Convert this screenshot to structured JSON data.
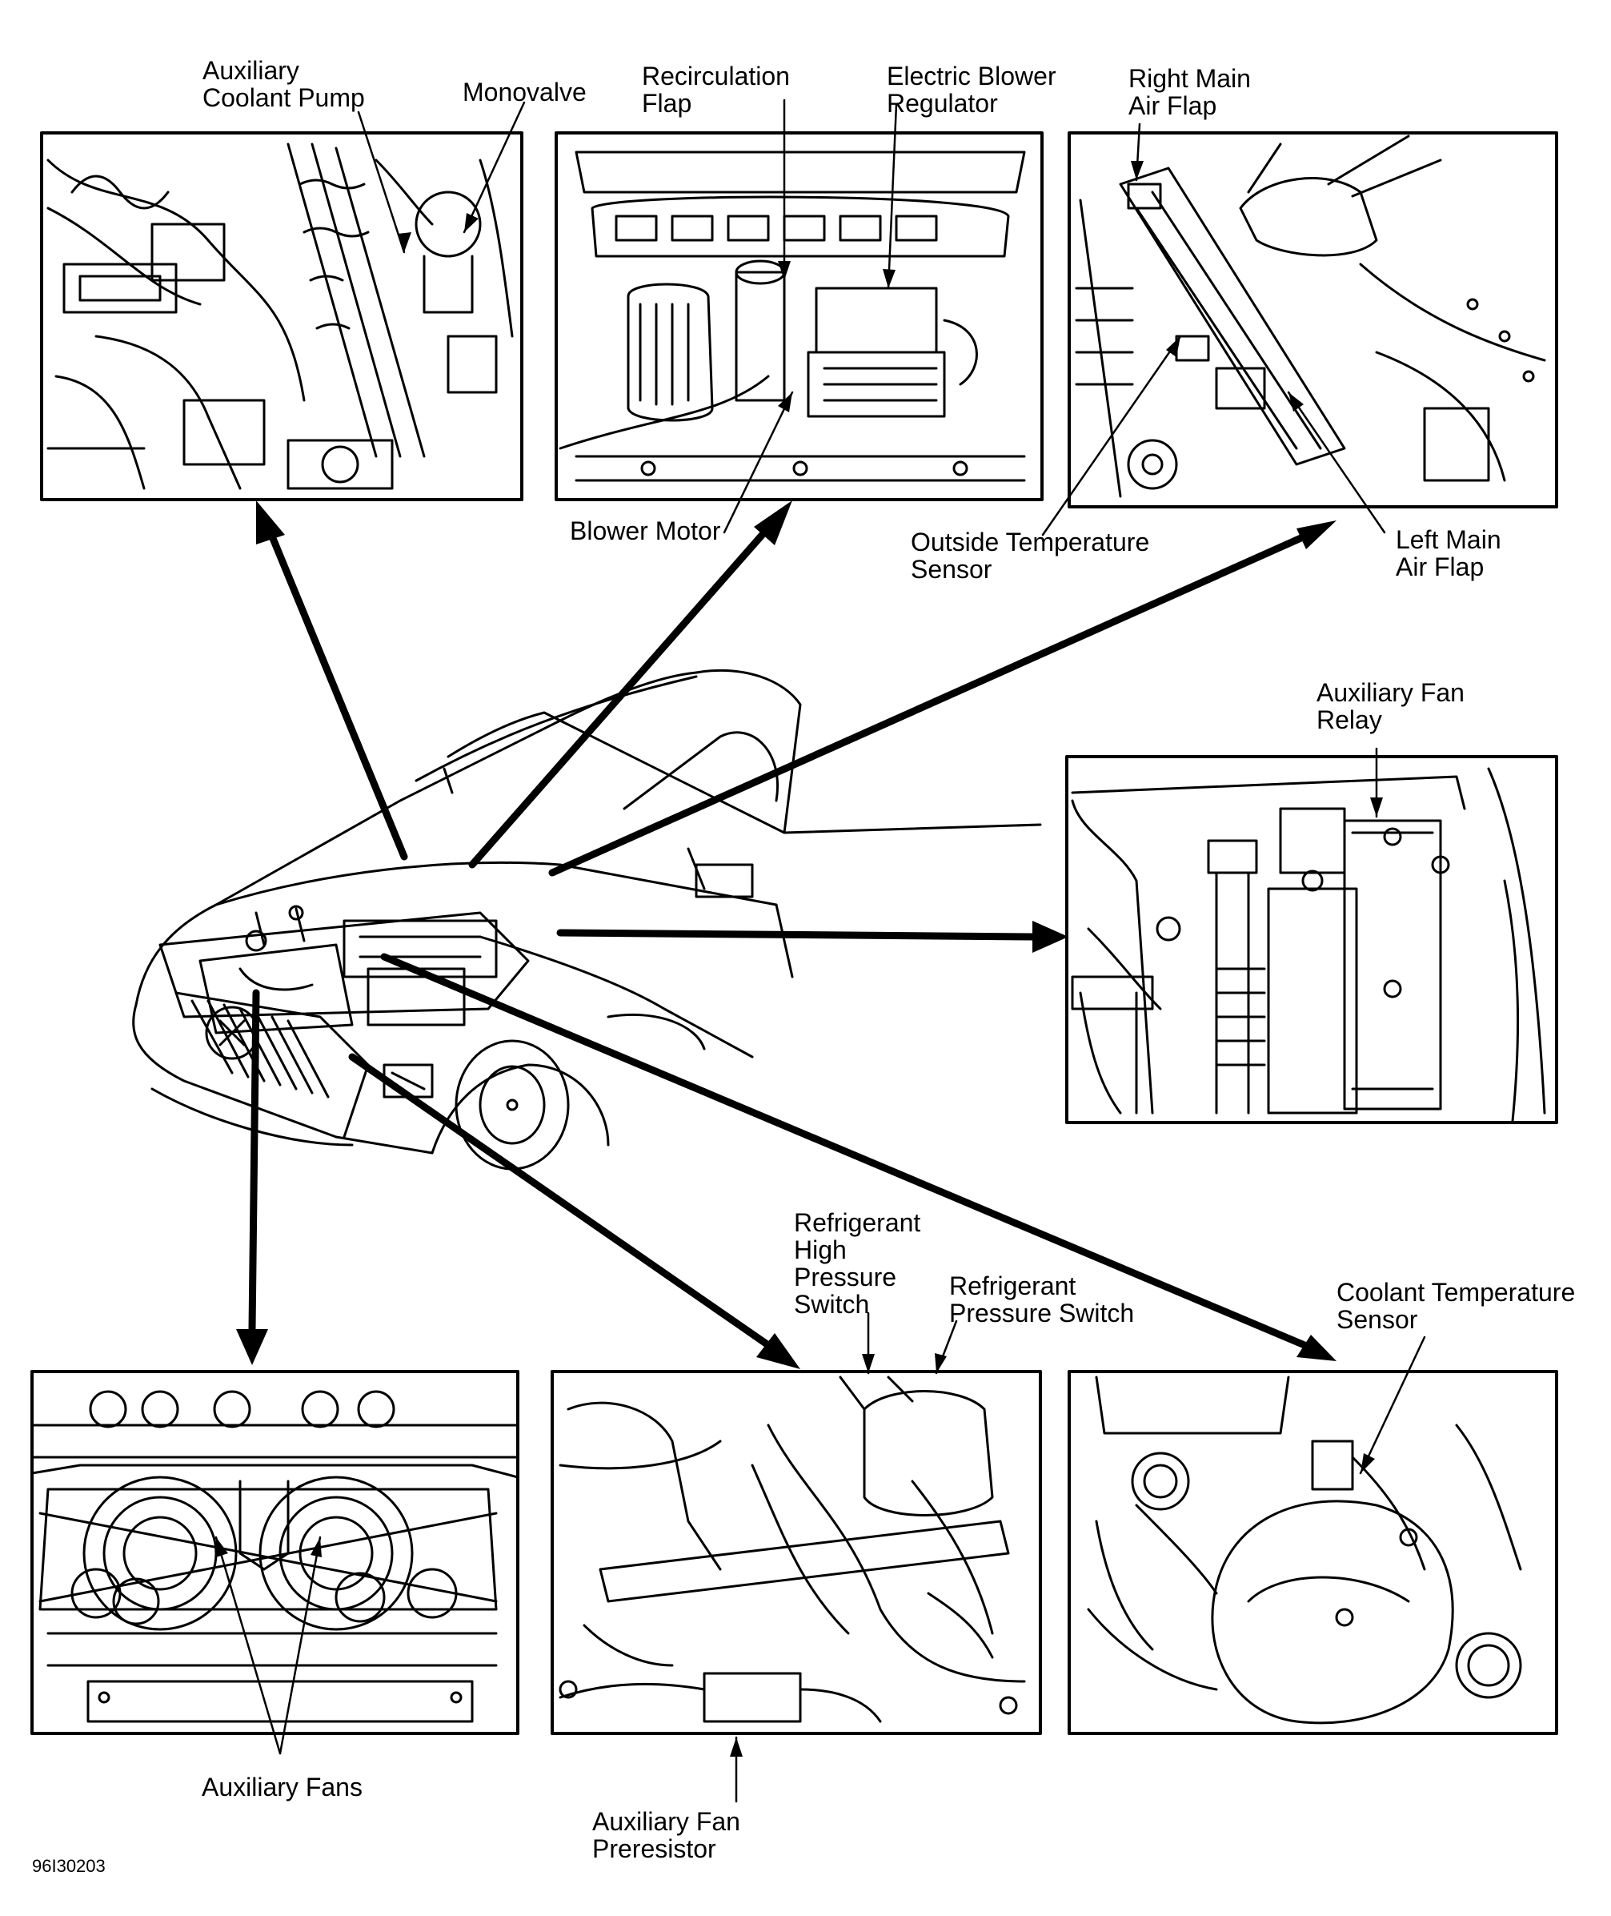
{
  "labels": {
    "auxiliary_coolant_pump": [
      "Auxiliary",
      "Coolant Pump"
    ],
    "monovalve": [
      "Monovalve"
    ],
    "recirculation_flap": [
      "Recirculation",
      "Flap"
    ],
    "electric_blower_regulator": [
      "Electric Blower",
      "Regulator"
    ],
    "right_main_air_flap": [
      "Right Main",
      "Air Flap"
    ],
    "blower_motor": [
      "Blower Motor"
    ],
    "outside_temperature_sensor": [
      "Outside Temperature",
      "Sensor"
    ],
    "left_main_air_flap": [
      "Left Main",
      "Air Flap"
    ],
    "auxiliary_fan_relay": [
      "Auxiliary Fan",
      "Relay"
    ],
    "refrigerant_high_pressure_switch": [
      "Refrigerant",
      "High",
      "Pressure",
      "Switch"
    ],
    "refrigerant_pressure_switch": [
      "Refrigerant",
      "Pressure Switch"
    ],
    "coolant_temperature_sensor": [
      "Coolant Temperature",
      "Sensor"
    ],
    "auxiliary_fans": [
      "Auxiliary Fans"
    ],
    "auxiliary_fan_preresistor": [
      "Auxiliary Fan",
      "Preresistor"
    ]
  },
  "figure_code": "96I30203"
}
